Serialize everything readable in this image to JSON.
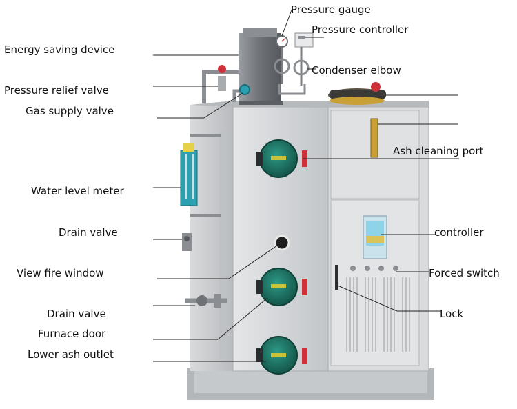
{
  "labels": {
    "energy_saving_device": "Energy saving device",
    "pressure_relief_valve": "Pressure relief valve",
    "gas_supply_valve": "Gas supply valve",
    "water_level_meter": "Water level meter",
    "drain_valve_upper": "Drain valve",
    "view_fire_window": "View fire window",
    "drain_valve_lower": "Drain valve",
    "furnace_door": "Furnace door",
    "lower_ash_outlet": "Lower ash outlet",
    "pressure_gauge": "Pressure gauge",
    "pressure_controller": "Pressure controller",
    "condenser_elbow": "Condenser elbow",
    "ash_cleaning_port": "Ash cleaning port",
    "controller": "controller",
    "forced_switch": "Forced switch",
    "lock": "Lock"
  },
  "colors": {
    "body_gray": "#c9ccce",
    "panel_gray": "#d6d8da",
    "dark_gray": "#8a8e92",
    "door_teal": "#1e7a6c",
    "valve_red": "#d0303a",
    "gauge_blue": "#2aa0b0",
    "leader_line": "#222222"
  }
}
